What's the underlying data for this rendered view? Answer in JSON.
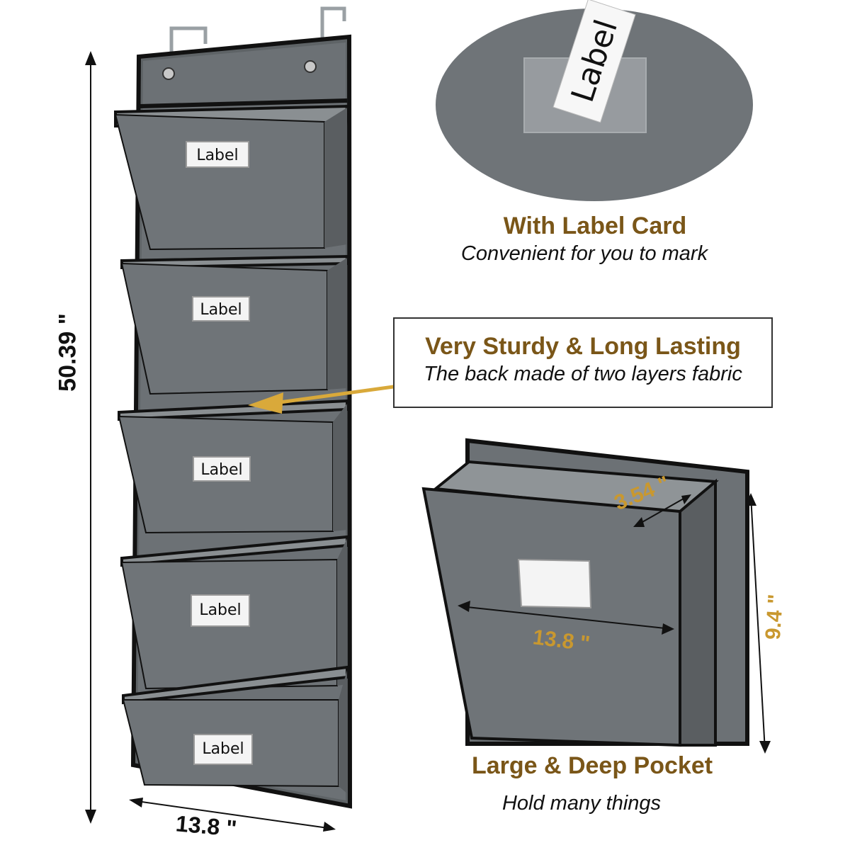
{
  "product": {
    "pocket_label_text": "Label",
    "closeup_label_text": "Label"
  },
  "features": {
    "label_card": {
      "title": "With Label Card",
      "subtitle": "Convenient for you to mark"
    },
    "sturdy": {
      "title": "Very Sturdy & Long Lasting",
      "subtitle": "The back made of two layers fabric"
    },
    "pocket": {
      "title": "Large & Deep Pocket",
      "subtitle": "Hold many things"
    }
  },
  "dimensions": {
    "height": "50.39 \"",
    "width": "13.8 \"",
    "pocket_depth": "3.54 \"",
    "pocket_width": "13.8 \"",
    "pocket_height": "9.4 \""
  },
  "colors": {
    "fabric": "#6f7478",
    "fabric_dark": "#55595c",
    "trim": "#111111",
    "heading": "#7a5618",
    "dimension_accent": "#c9982f",
    "arrow": "#d9a93a"
  }
}
